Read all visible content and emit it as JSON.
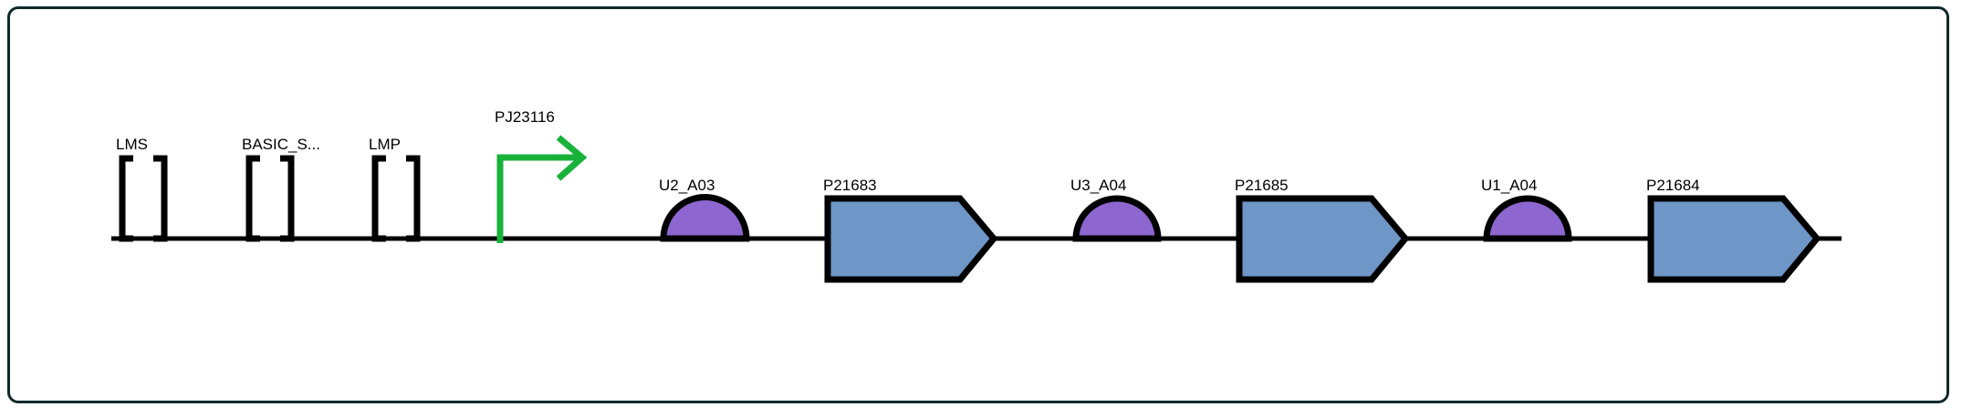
{
  "parts": [
    {
      "id": "lms",
      "type": "scar",
      "label": "LMS"
    },
    {
      "id": "basic_s",
      "type": "scar",
      "label": "BASIC_S..."
    },
    {
      "id": "lmp",
      "type": "scar",
      "label": "LMP"
    },
    {
      "id": "pj23116",
      "type": "promoter",
      "label": "PJ23116"
    },
    {
      "id": "u2_a03",
      "type": "rbs",
      "label": "U2_A03"
    },
    {
      "id": "p21683",
      "type": "cds",
      "label": "P21683"
    },
    {
      "id": "u3_a04",
      "type": "rbs",
      "label": "U3_A04"
    },
    {
      "id": "p21685",
      "type": "cds",
      "label": "P21685"
    },
    {
      "id": "u1_a04",
      "type": "rbs",
      "label": "U1_A04"
    },
    {
      "id": "p21684",
      "type": "cds",
      "label": "P21684"
    }
  ],
  "colors": {
    "frame": "#0e2a2a",
    "backbone": "#000000",
    "promoter": "#18b23a",
    "rbs": "#8e66cf",
    "cds": "#6e96c6"
  }
}
